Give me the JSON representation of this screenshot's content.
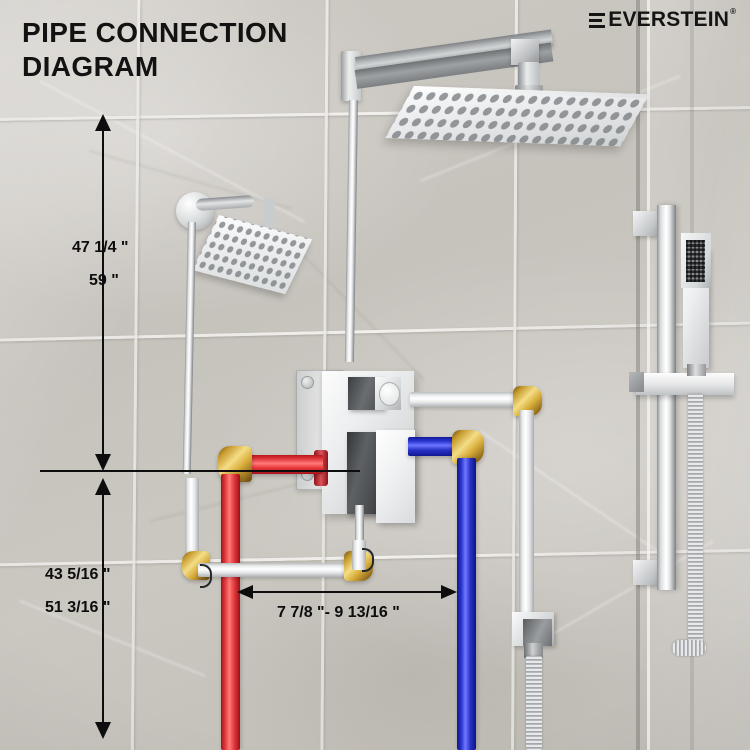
{
  "page": {
    "title_line1": "PIPE CONNECTION",
    "title_line2": "DIAGRAM",
    "title_full": "PIPE CONNECTION\nDIAGRAM",
    "background": "grey marble tile shower wall"
  },
  "brand": {
    "name": "EVERSTEIN",
    "registered_mark": "®",
    "logo_icon": "three-bar-e-icon"
  },
  "dimensions": {
    "upper_vertical": {
      "label_primary": "47 1/4 \"",
      "label_secondary": "59 \"",
      "description": "shower head height range from valve centerline"
    },
    "lower_vertical": {
      "label_primary": "43 5/16 \"",
      "label_secondary": "51 3/16 \"",
      "description": "valve centerline to floor range"
    },
    "horizontal": {
      "label": "7 7/8 \"- 9 13/16 \"",
      "description": "hot and cold inlet spacing range"
    }
  },
  "components": {
    "ceiling_rain_head": "square-rain-shower-head",
    "ceiling_shower_arm": "wall-mount-square-shower-arm",
    "wall_shower_head": "square-wall-shower-head",
    "wall_shower_arm": "curved-round-shower-arm",
    "valve_body": "concealed-mixer-valve",
    "diverter_knob": "square-diverter-knob",
    "mixer_handle": "square-lever-handle",
    "slide_bar": "square-slide-bar",
    "hand_shower": "square-hand-shower",
    "hand_shower_bracket": "slide-bar-bracket",
    "hose": "flexible-metal-hose",
    "wall_outlet": "wall-supply-elbow",
    "hot_pipe": "hot-water-supply-pipe",
    "cold_pipe": "cold-water-supply-pipe",
    "white_pipes": "outlet-pipes",
    "brass_elbows": "brass-elbow-fittings"
  },
  "colors": {
    "hot_pipe": "#e23b3f",
    "cold_pipe": "#2a35cf",
    "brass": "#d9ae3c",
    "chrome": "#e4e6e7",
    "annotation": "#0d0d0d",
    "wall": "#c6c2bc"
  }
}
